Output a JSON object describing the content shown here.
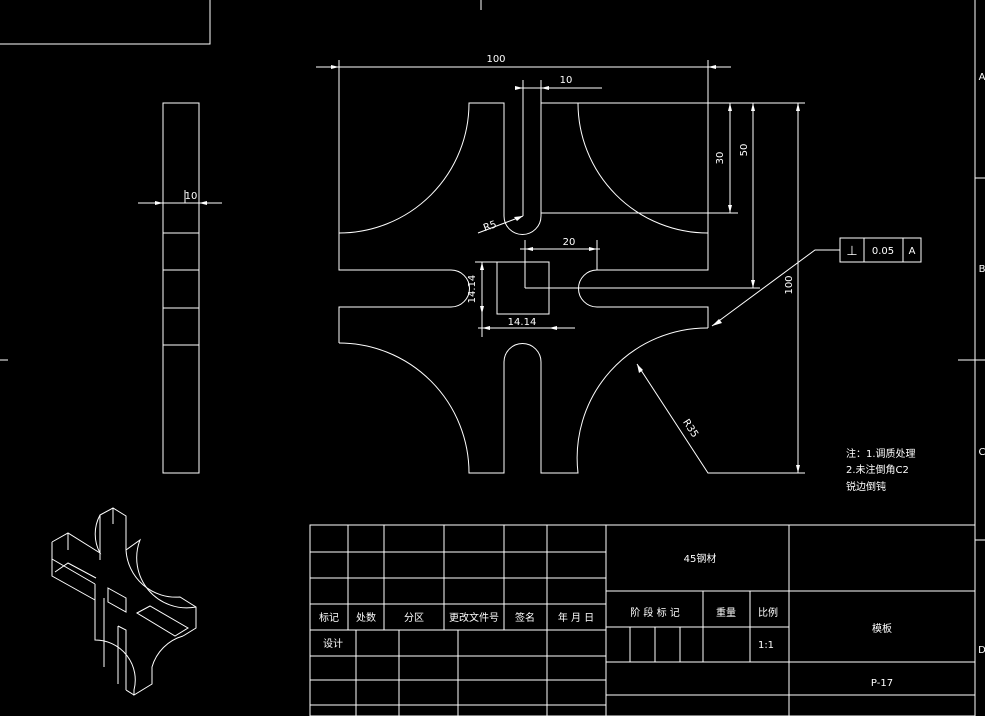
{
  "dimensions": {
    "width_100": "100",
    "slot_width_10": "10",
    "depth_30": "30",
    "depth_50": "50",
    "height_100": "100",
    "radius_r5": "R5",
    "span_20": "20",
    "square_h": "14.14",
    "square_w": "14.14",
    "radius_r35": "R35",
    "side_thickness_10": "10"
  },
  "tolerance_frame": {
    "symbol": "⊥",
    "value": "0.05",
    "datum": "A"
  },
  "notes": {
    "line1": "注：1.调质处理",
    "line2": "2.未注倒角C2",
    "line3": "锐边倒钝"
  },
  "title_block": {
    "material": "45钢材",
    "row_labels": [
      "标记",
      "处数",
      "分区",
      "更改文件号",
      "签名",
      "年 月 日"
    ],
    "design_label": "设计",
    "stage_label": "阶 段 标 记",
    "weight_label": "重量",
    "scale_label": "比例",
    "scale_value": "1:1",
    "part_name": "模板",
    "drawing_no": "P-17"
  },
  "border_zones": [
    "A",
    "B",
    "C",
    "D"
  ],
  "colors": {
    "background": "#000000",
    "line": "#ffffff"
  }
}
